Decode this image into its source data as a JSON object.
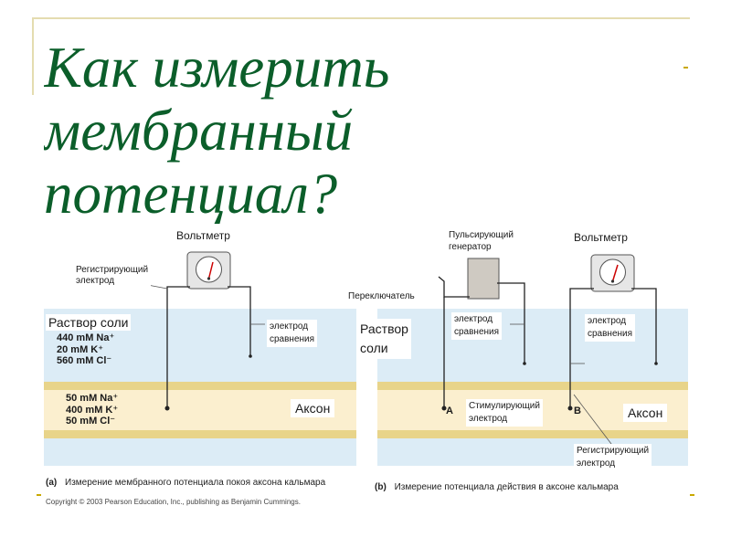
{
  "title": {
    "line1": "Как измерить",
    "line2": "мембранный",
    "line3": "потенциал?"
  },
  "panel_a": {
    "voltmeter": "Вольтметр",
    "recording_electrode_line1": "Регистрирующий",
    "recording_electrode_line2": "электрод",
    "salt_solution": "Раствор соли",
    "outside_na": "440 mM Na⁺",
    "outside_k": "20 mM K⁺",
    "outside_cl": "560 mM Cl⁻",
    "reference_line1": "электрод",
    "reference_line2": "сравнения",
    "inside_na": "50 mM Na⁺",
    "inside_k": "400 mM K⁺",
    "inside_cl": "50 mM Cl⁻",
    "axon": "Аксон",
    "caption_letter": "(a)",
    "caption": "Измерение мембранного потенциала покоя аксона кальмара"
  },
  "panel_b": {
    "generator_line1": "Пульсирующий",
    "generator_line2": "генератор",
    "voltmeter": "Вольтметр",
    "switch": "Переключатель",
    "salt_line1": "Раствор",
    "salt_line2": "соли",
    "ref1_line1": "электрод",
    "ref1_line2": "сравнения",
    "ref2_line1": "электрод",
    "ref2_line2": "сравнения",
    "stim_line1": "Стимулирующий",
    "stim_line2": "электрод",
    "point_a": "A",
    "point_b": "B",
    "axon": "Аксон",
    "rec_line1": "Регистрирующий",
    "rec_line2": "электрод",
    "caption_letter": "(b)",
    "caption": "Измерение потенциала действия в аксоне кальмара"
  },
  "copyright": "Copyright © 2003 Pearson Education, Inc., publishing as Benjamin Cummings.",
  "colors": {
    "title": "#0b5e2a",
    "solution": "#dcecf6",
    "axon_membrane": "#e8d48a",
    "axon_inside": "#fbefcf",
    "frame": "#e4dcb0",
    "tick": "#c9a800"
  }
}
